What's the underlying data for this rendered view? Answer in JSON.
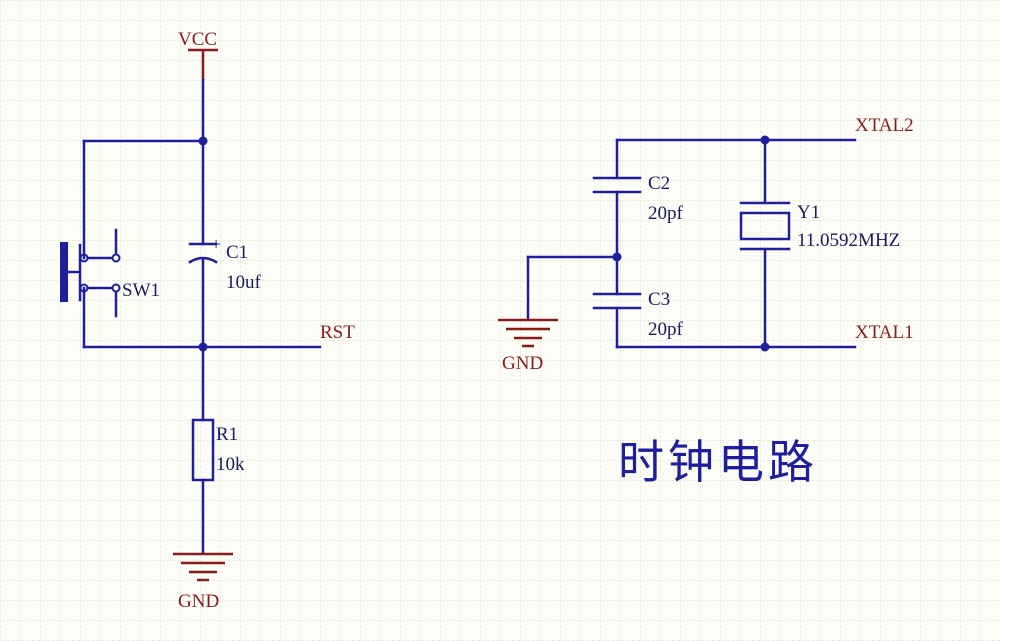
{
  "title": "时钟电路",
  "colors": {
    "wire": "#1f1f9e",
    "power": "#8b1a1a",
    "grid": "#d8d8c8",
    "background": "#fdfdf7"
  },
  "reset_circuit": {
    "vcc_label": "VCC",
    "gnd_label": "GND",
    "rst_label": "RST",
    "switch": {
      "designator": "SW1"
    },
    "capacitor": {
      "designator": "C1",
      "value": "10uf",
      "polarity_mark": "+"
    },
    "resistor": {
      "designator": "R1",
      "value": "10k"
    }
  },
  "clock_circuit": {
    "gnd_label": "GND",
    "xtal2_label": "XTAL2",
    "xtal1_label": "XTAL1",
    "c2": {
      "designator": "C2",
      "value": "20pf"
    },
    "c3": {
      "designator": "C3",
      "value": "20pf"
    },
    "crystal": {
      "designator": "Y1",
      "value": "11.0592MHZ"
    }
  }
}
